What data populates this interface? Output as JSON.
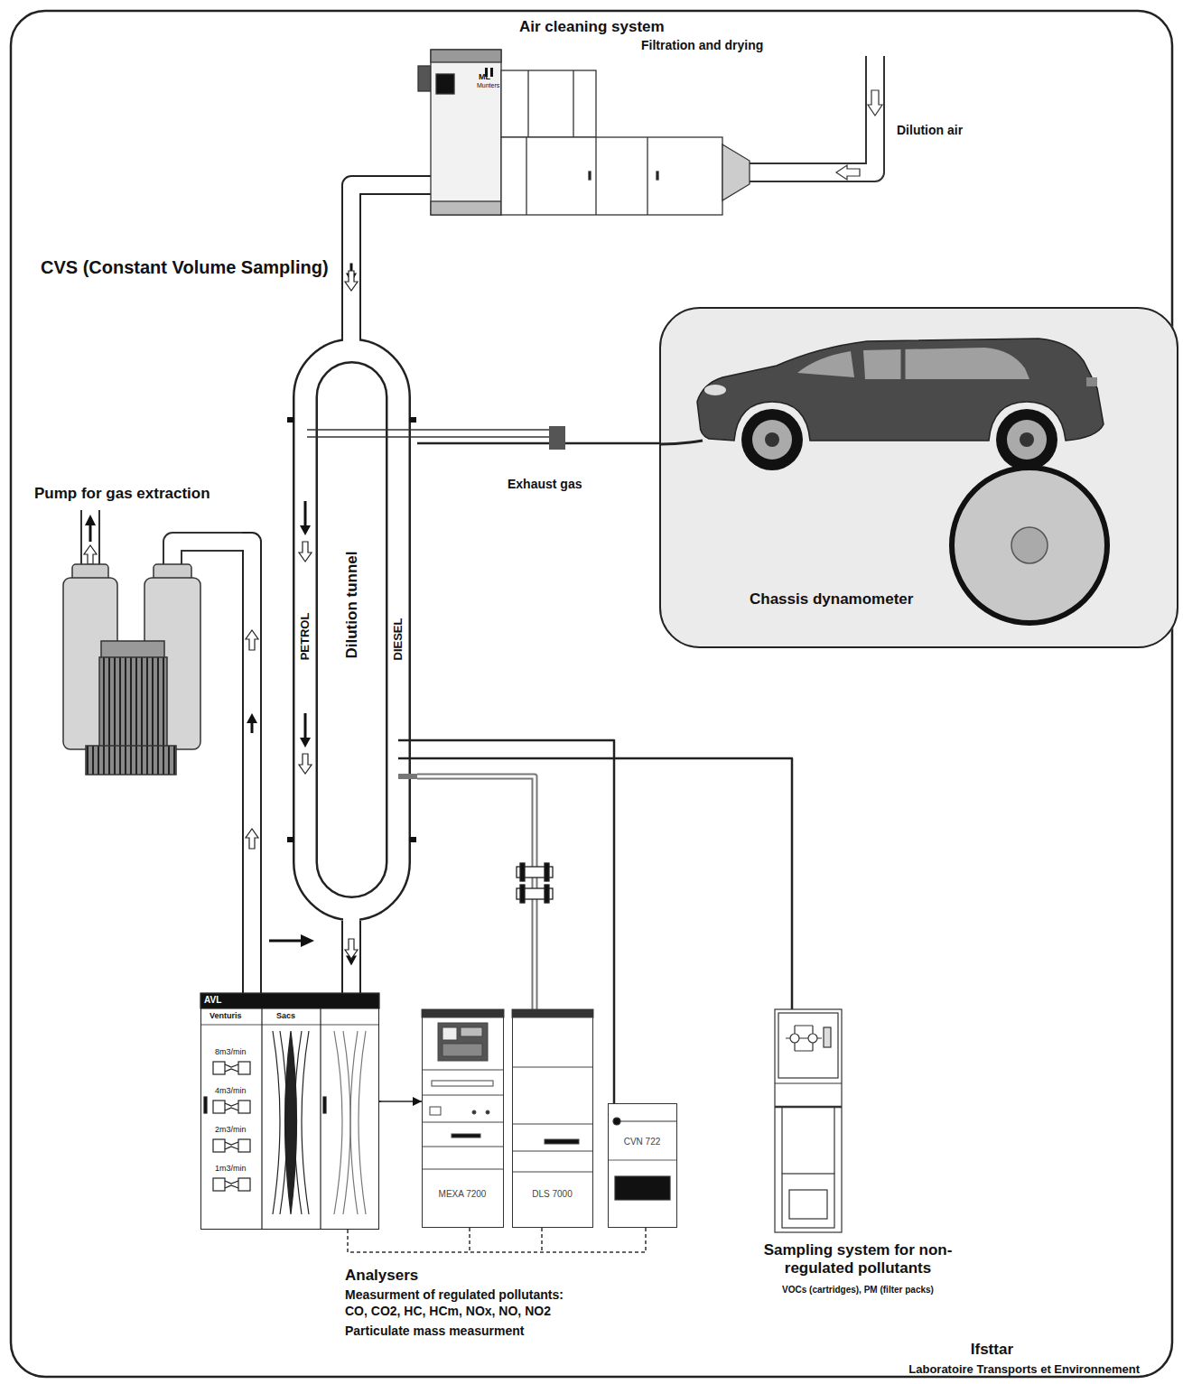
{
  "diagram": {
    "nodes": [
      {
        "text": [
          "Air cleaning system",
          "Filtration and drying",
          "ML",
          "Munters"
        ]
      },
      {
        "text": [
          "Chassis dynamometer"
        ]
      },
      {
        "text": [
          "PETROL",
          "Dilution tunnel",
          "DIESEL"
        ]
      },
      {
        "text": [
          "Pump for gas extraction"
        ]
      },
      {
        "text": [
          "AVL",
          "Venturis",
          "Sacs",
          "8m3/min",
          "4m3/min",
          "2m3/min",
          "1m3/min"
        ]
      },
      {
        "text": [
          "MEXA 7200"
        ]
      },
      {
        "text": [
          "DLS 7000"
        ]
      },
      {
        "text": [
          "CVN 722"
        ]
      },
      {
        "text": [
          "Sampling system for non-regulated pollutants",
          "VOCs (cartridges), PM (filter packs)"
        ]
      }
    ],
    "edges": [
      {
        "from": 0,
        "to": 2,
        "arrow": "to"
      },
      {
        "from": 1,
        "to": 2,
        "arrow": "none"
      },
      {
        "from": 2,
        "to": 4,
        "arrow": "to"
      },
      {
        "from": 4,
        "to": 3,
        "arrow": "to"
      },
      {
        "from": 4,
        "to": 5,
        "arrow": "to"
      },
      {
        "from": 2,
        "to": 6,
        "arrow": "none"
      },
      {
        "from": 2,
        "to": 7,
        "arrow": "none"
      },
      {
        "from": 2,
        "to": 8,
        "arrow": "none"
      }
    ],
    "labels": [
      "Dilution air",
      "CVS (Constant Volume Sampling)",
      "Exhaust gas",
      "Analysers",
      "Measurment of regulated pollutants: CO, CO2, HC, HCm, NOx, NO, NO2",
      "Particulate mass measurment",
      "Ifsttar",
      "Laboratoire Transports et Environnement"
    ]
  }
}
